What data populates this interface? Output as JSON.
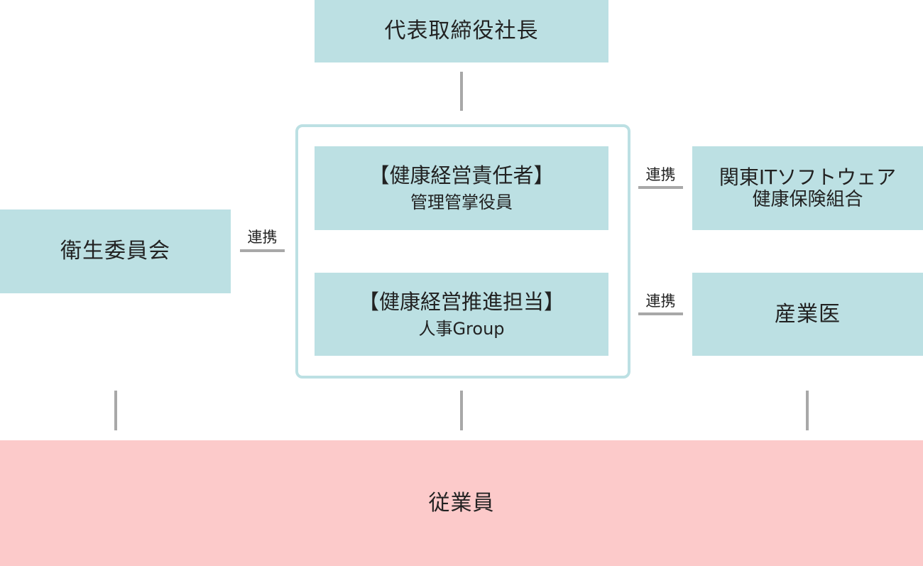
{
  "ceo": {
    "label": "代表取締役社長"
  },
  "health_officer": {
    "title": "【健康経営責任者】",
    "subtitle": "管理管掌役員"
  },
  "health_promotion": {
    "title": "【健康経営推進担当】",
    "subtitle": "人事Group"
  },
  "health_insurance": {
    "line1": "関東ITソフトウェア",
    "line2": "健康保険組合"
  },
  "industrial_physician": {
    "label": "産業医"
  },
  "safety_committee": {
    "label": "衛生委員会"
  },
  "employees": {
    "label": "従業員"
  },
  "links": {
    "committee": "連携",
    "insurance": "連携",
    "physician": "連携"
  },
  "colors": {
    "teal": "#bce0e3",
    "pink": "#fccaca",
    "connector": "#a8a8a8"
  }
}
